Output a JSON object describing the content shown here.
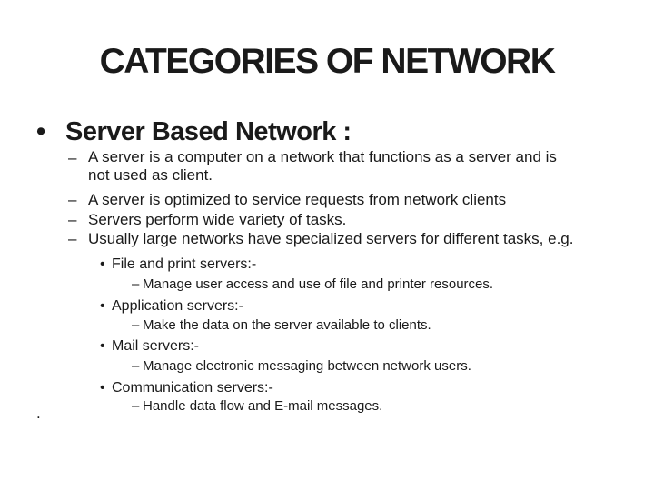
{
  "slide": {
    "title": "CATEGORIES OF NETWORK",
    "heading": {
      "marker": "•",
      "text": "Server Based Network :"
    },
    "items": [
      {
        "marker": "–",
        "text": "A server is a computer on a network that functions as a server and is",
        "text2": "not used as client."
      },
      {
        "marker": "–",
        "text": "A server is optimized to service requests from network clients"
      },
      {
        "marker": "–",
        "text": "Servers perform wide variety of tasks."
      },
      {
        "marker": "–",
        "text": "Usually large networks have specialized servers for different tasks, e.g."
      },
      {
        "marker": "•",
        "text": "File and print servers:-"
      },
      {
        "marker": "–",
        "text": "Manage user access and use of file and printer resources."
      },
      {
        "marker": "•",
        "text": "Application servers:-"
      },
      {
        "marker": "–",
        "text": "Make the data on the server available to clients."
      },
      {
        "marker": "•",
        "text": "Mail servers:-"
      },
      {
        "marker": "–",
        "text": "Manage electronic messaging between network users."
      },
      {
        "marker": "•",
        "text": "Communication servers:-"
      },
      {
        "marker": "–",
        "text": "Handle data flow and E-mail messages."
      }
    ],
    "stray_period": ".",
    "colors": {
      "text": "#1a1a1a",
      "background": "#ffffff"
    }
  }
}
